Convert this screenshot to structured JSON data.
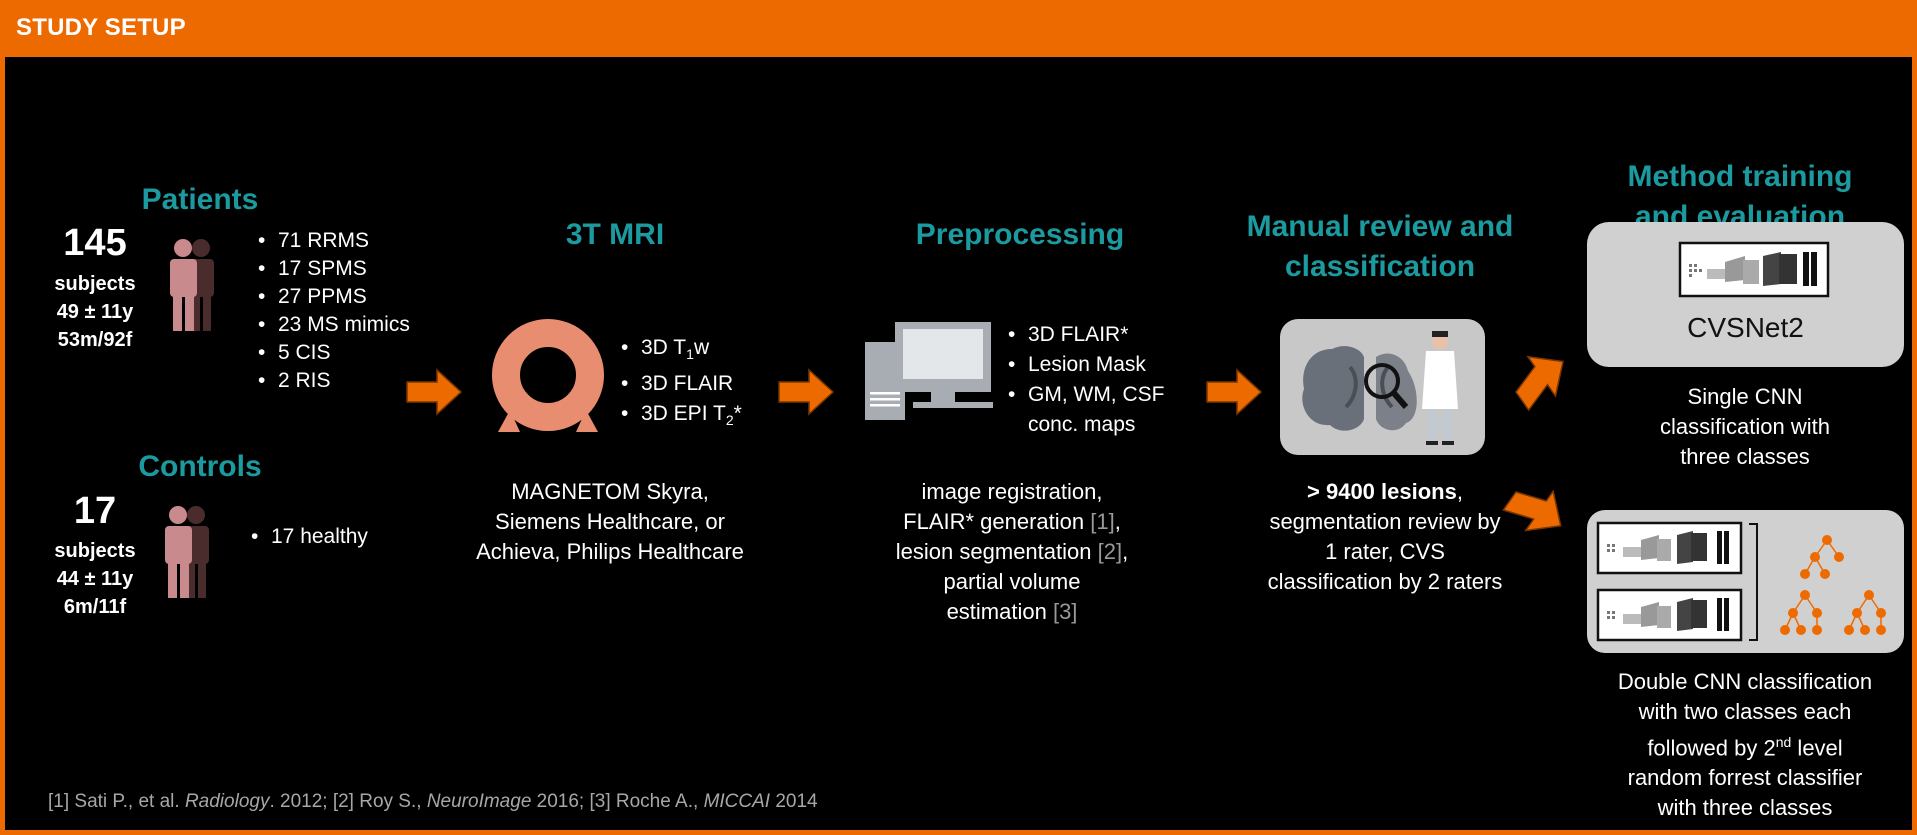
{
  "header": {
    "title": "STUDY SETUP"
  },
  "patients": {
    "title": "Patients",
    "count": "145",
    "unit": "subjects",
    "age": "49 ± 11y",
    "sex": "53m/92f",
    "items": [
      "71 RRMS",
      "17 SPMS",
      "27 PPMS",
      "23 MS mimics",
      "5 CIS",
      "2 RIS"
    ]
  },
  "controls": {
    "title": "Controls",
    "count": "17",
    "unit": "subjects",
    "age": "44 ± 11y",
    "sex": "6m/11f",
    "items": [
      "17 healthy"
    ]
  },
  "mri": {
    "title": "3T MRI",
    "seq1_pre": "3D T",
    "seq1_sub": "1",
    "seq1_post": "w",
    "seq2": "3D FLAIR",
    "seq3_pre": "3D EPI T",
    "seq3_sub": "2",
    "seq3_post": "*",
    "scanners": [
      "MAGNETOM Skyra,",
      "Siemens Healthcare, or",
      "Achieva, Philips Healthcare"
    ]
  },
  "preprocessing": {
    "title": "Preprocessing",
    "items": [
      "3D FLAIR*",
      "Lesion Mask",
      "GM, WM, CSF"
    ],
    "item_cont": "conc. maps",
    "desc": {
      "l1": "image registration,",
      "l2_pre": "FLAIR* generation ",
      "l2_ref": "[1]",
      "l2_post": ",",
      "l3_pre": "lesion segmentation ",
      "l3_ref": "[2]",
      "l3_post": ",",
      "l4": "partial volume",
      "l5_pre": "estimation ",
      "l5_ref": "[3]"
    }
  },
  "review": {
    "title_l1": "Manual review and",
    "title_l2": "classification",
    "desc": {
      "bold": "> 9400 lesions",
      "l1_post": ",",
      "l2": "segmentation review by",
      "l3": "1 rater, CVS",
      "l4": "classification by 2 raters"
    }
  },
  "method": {
    "title_l1": "Method training",
    "title_l2": "and evaluation",
    "model_name": "CVSNet2",
    "single_desc": [
      "Single CNN",
      "classification with",
      "three classes"
    ],
    "double_desc": {
      "l1": "Double CNN classification",
      "l2": "with two classes each",
      "l3_pre": "followed by 2",
      "l3_sup": "nd",
      "l3_post": " level",
      "l4": "random forrest classifier",
      "l5": "with three classes"
    }
  },
  "citation": {
    "p1": "[1] Sati P., et al. ",
    "j1": "Radiology",
    "p2": ". 2012; [2] Roy S., ",
    "j2": "NeuroImage",
    "p3": " 2016; [3] Roche A., ",
    "j3": "MICCAI",
    "p4": " 2014"
  },
  "colors": {
    "accent": "#ed6a00",
    "teal": "#1b9aa0",
    "background": "#000000",
    "panel_grey": "#d0d0d0",
    "mri_ring": "#e88d70",
    "person": "#c98a8e"
  }
}
